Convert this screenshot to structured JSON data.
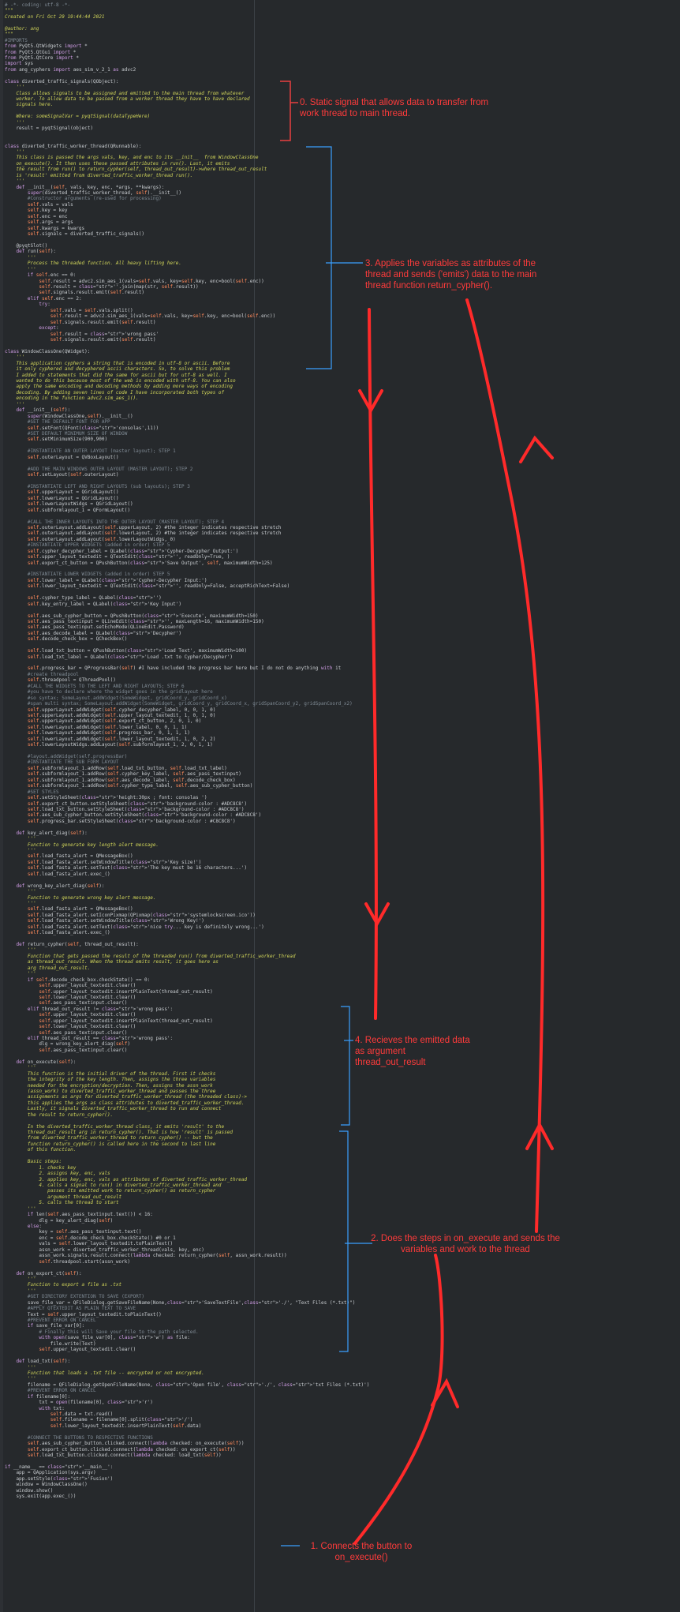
{
  "editor": {
    "lines": [
      "# -*- coding: utf-8 -*-",
      "\"\"\"",
      "Created on Fri Oct 29 19:44:44 2021",
      "",
      "@author: ang",
      "\"\"\"",
      "#IMPORTS",
      "from PyQt5.QtWidgets import *",
      "from PyQt5.QtGui import *",
      "from PyQt5.QtCore import *",
      "import sys",
      "from ang_cyphers import aes_sim_v_2_1 as advc2",
      "",
      "class diverted_traffic_signals(QObject):",
      "    '''",
      "    Class allows signals to be assigned and emitted to the main thread from whatever",
      "    worker. To allow data to be passed from a worker thread they have to have declared",
      "    signals here.",
      "",
      "    Where: someSignalVar = pyqtSignal(dataTypeHere)",
      "    '''",
      "    result = pyqtSignal(object)",
      "",
      "",
      "class diverted_traffic_worker_thread(QRunnable):",
      "    '''",
      "    This class is passed the args vals, key, and enc to its __init__  from WindowClassOne",
      "    on_execute(). It then uses these passed attributes in run(). Last, it emits",
      "    the result from run() to return_cypher(self, thread_out_result)->where thread_out_result",
      "    is 'result' emitted from diverted_traffic_worker_thread run().",
      "    '''",
      "    def __init__(self, vals, key, enc, *args, **kwargs):",
      "        super(diverted_traffic_worker_thread, self).__init__()",
      "        #Constructor arguments (re-used for processing)",
      "        self.vals = vals",
      "        self.key = key",
      "        self.enc = enc",
      "        self.args = args",
      "        self.kwargs = kwargs",
      "        self.signals = diverted_traffic_signals()",
      "",
      "    @pyqtSlot()",
      "    def run(self):",
      "        '''",
      "        Process the threaded function. All heavy lifting here.",
      "        '''",
      "        if self.enc == 0:",
      "            self.result = advc2.sim_aes_1(vals=self.vals, key=self.key, enc=bool(self.enc))",
      "            self.result = ''.join(map(str, self.result))",
      "            self.signals.result.emit(self.result)",
      "        elif self.enc == 2:",
      "            try:",
      "                self.vals = self.vals.split()",
      "                self.result = advc2.sim_aes_1(vals=self.vals, key=self.key, enc=bool(self.enc))",
      "                self.signals.result.emit(self.result)",
      "            except:",
      "                self.result = 'wrong pass'",
      "                self.signals.result.emit(self.result)",
      "",
      "class WindowClassOne(QWidget):",
      "    '''",
      "    This application cyphers a string that is encoded in utf-8 or ascii. Before",
      "    it only cyphered and decyphered ascii characters. So, to solve this problem",
      "    I added to statements that did the same for ascii but for utf-8 as well. I",
      "    wanted to do this because most of the web is encoded with utf-8. You can also",
      "    apply the same encoding and decoding methods by adding more ways of encoding",
      "    decoding. By adding seven lines of code I have incorporated both types of",
      "    encoding in the function advc2.sim_aes_1().",
      "    '''",
      "    def __init__(self):",
      "        super(WindowClassOne,self).__init__()",
      "        #SET THE DEFAULT FONT FOR APP",
      "        self.setFont(QFont('consolas',11))",
      "        #SET DEFAULT MINIMUM SIZE OF WINDOW",
      "        self.setMinimumSize(900,900)",
      "",
      "        #INSTANTIATE AN OUTER LAYOUT (master layout); STEP 1",
      "        self.outerLayout = QVBoxLayout()",
      "",
      "        #ADD THE MAIN WINDOWS OUTER LAYOUT (MASTER LAYOUT); STEP 2",
      "        self.setLayout(self.outerLayout)",
      "",
      "        #INSTANTIATE LEFT AND RIGHT LAYOUTS (sub layouts); STEP 3",
      "        self.upperLayout = QGridLayout()",
      "        self.lowerLayout = QGridLayout()",
      "        self.lowerLayoutWidgs = QGridLayout()",
      "        self.subformlayout_1 = QFormLayout()",
      "",
      "        #CALL THE INNER LAYOUTS INTO THE OUTER LAYOUT (MASTER LAYOUT); STEP 4",
      "        self.outerLayout.addLayout(self.upperLayout, 2) #the integer indicates respective stretch",
      "        self.outerLayout.addLayout(self.lowerLayout, 2) #the integer indicates respective stretch",
      "        self.outerLayout.addLayout(self.lowerLayoutWidgs, 0)",
      "        #INSTANTIATE UPPER WIDGETS (added in order) STEP 5",
      "        self.cypher_decypher_label = QLabel('Cypher-Decypher Output:')",
      "        self.upper_layout_textedit = QTextEdit('', readOnly=True, )",
      "        self.export_ct_button = QPushButton('Save Output', self, maximumWidth=125)",
      "",
      "        #INSTANTIATE LOWER WIDGETS (added in order) STEP 5",
      "        self.lower_label = QLabel('Cypher-Decypher Input:')",
      "        self.lower_layout_textedit = QTextEdit('', readOnly=False, acceptRichText=False)",
      "",
      "        self.cypher_type_label = QLabel('')",
      "        self.key_entry_label = QLabel('Key Input')",
      "",
      "        self.aes_sub_cypher_button = QPushButton('Execute', maximumWidth=150)",
      "        self.aes_pass_textinput = QLineEdit('', maxLength=16, maximumWidth=150)",
      "        self.aes_pass_textinput.setEchoMode(QLineEdit.Password)",
      "        self.aes_decode_label = QLabel('Decypher')",
      "        self.decode_check_box = QCheckBox()",
      "",
      "        self.load_txt_button = QPushButton('Load Text', maximumWidth=100)",
      "        self.load_txt_label = QLabel('Load .txt to Cypher/Decypher')",
      "",
      "        self.progress_bar = QProgressBar(self) #I have included the progress bar here but I do not do anything with it",
      "        #create threadpool",
      "        self.threadpool = QThreadPool()",
      "        #CALL THE WIDGETS TO THE LEFT AND RIGHT LAYOUTS; STEP 6",
      "        #you have to declare where the widget goes in the gridlayout here",
      "        #so syntax; SomeLayout.addWidget(SomeWidget, gridCoord_y, gridCoord_x)",
      "        #span multi syntax; SomeLayout.addWidget(SomeWidget, gridCoord_y, gridCoord_x, gridSpanCoord_y2, gridSpanCoord_x2)",
      "        self.upperLayout.addWidget(self.cypher_decypher_label, 0, 0, 1, 0)",
      "        self.upperLayout.addWidget(self.upper_layout_textedit, 1, 0, 1, 0)",
      "        self.upperLayout.addWidget(self.export_ct_button, 2, 0, 1, 0)",
      "        self.lowerLayout.addWidget(self.lower_label, 0, 0, 1, 1)",
      "        self.lowerLayout.addWidget(self.progress_bar, 0, 1, 1, 1)",
      "        self.lowerLayout.addWidget(self.lower_layout_textedit, 1, 0, 2, 2)",
      "        self.lowerLayoutWidgs.addLayout(self.subformlayout_1, 2, 0, 1, 1)",
      "",
      "        #layout.addWidget(self.progressBar)",
      "        #INSTANTIATE THE SUB FORM LAYOUT",
      "        self.subformlayout_1.addRow(self.load_txt_button, self.load_txt_label)",
      "        self.subformlayout_1.addRow(self.cypher_key_label, self.aes_pass_textinput)",
      "        self.subformlayout_1.addRow(self.aes_decode_label, self.decode_check_box)",
      "        self.subformlayout_1.addRow(self.cypher_type_label, self.aes_sub_cypher_button)",
      "        #SET STYLES",
      "        self.setStyleSheet('height:30px ; font: consolas ')",
      "        self.export_ct_button.setStyleSheet('background-color : #ADC8C8')",
      "        self.load_txt_button.setStyleSheet('background-color : #ADC8C8')",
      "        self.aes_sub_cypher_button.setStyleSheet('background-color : #ADC8C8')",
      "        self.progress_bar.setStyleSheet('background-color : #C8C8C8')",
      "",
      "    def key_alert_diag(self):",
      "        '''",
      "        Function to generate key length alert message.",
      "        '''",
      "        self.load_fasta_alert = QMessageBox()",
      "        self.load_fasta_alert.setWindowTitle('Key size!')",
      "        self.load_fasta_alert.setText('The key must be 16 characters...')",
      "        self.load_fasta_alert.exec_()",
      "",
      "    def wrong_key_alert_diag(self):",
      "        '''",
      "        Function to generate wrong key alert message.",
      "        '''",
      "        self.load_fasta_alert = QMessageBox()",
      "        self.load_fasta_alert.setIconPixmap(QPixmap('systemlockscreen.ico'))",
      "        self.load_fasta_alert.setWindowTitle('Wrong Key!')",
      "        self.load_fasta_alert.setText('nice try... key is definitely wrong...')",
      "        self.load_fasta_alert.exec_()",
      "",
      "    def return_cypher(self, thread_out_result):",
      "        '''",
      "        Function that gets passed the result of the threaded run() from diverted_traffic_worker_thread",
      "        as thread_out_result. When the thread emits result, it goes here as",
      "        arg thread_out_result.",
      "        '''",
      "        if self.decode_check_box.checkState() == 0:",
      "            self.upper_layout_textedit.clear()",
      "            self.upper_layout_textedit.insertPlainText(thread_out_result)",
      "            self.lower_layout_textedit.clear()",
      "            self.aes_pass_textinput.clear()",
      "        elif thread_out_result != 'wrong pass':",
      "            self.upper_layout_textedit.clear()",
      "            self.upper_layout_textedit.insertPlainText(thread_out_result)",
      "            self.lower_layout_textedit.clear()",
      "            self.aes_pass_textinput.clear()",
      "        elif thread_out_result == 'wrong pass':",
      "            dlg = wrong_key_alert_diag(self)",
      "            self.aes_pass_textinput.clear()",
      "",
      "    def on_execute(self):",
      "        '''",
      "        This function is the initial driver of the thread. First it checks",
      "        the integrity of the key length. Then, assigns the three variables",
      "        needed for the encryption/decryption. Then, assigns the assn_work",
      "        (assn_work) to diverted_traffic_worker_thread and passes the three",
      "        assignments as args for diverted_traffic_worker_thread (the threaded class)->",
      "        this applies the args as class attributes to diverted_traffic_worker_thread.",
      "        Lastly, it signals diverted_traffic_worker_thread to run and connect",
      "        the result to return_cypher().",
      "",
      "        In the diverted_traffic_worker_thread class, it emits 'result' to the",
      "        thread_out_result arg in return_cypher(). That is how 'result' is passed",
      "        from diverted_traffic_worker_thread to return_cypher() -- but the",
      "        function return_cypher() is called here in the second to last line",
      "        of this function.",
      "",
      "        Basic steps:",
      "            1. checks key",
      "            2. assigns key, enc, vals",
      "            3. applies key, enc, vals as attributes of diverted_traffic_worker_thread",
      "            4. calls a signal to run() in diverted_traffic_worker_thread and",
      "               passes its emitted work to return_cypher() as return_cypher",
      "               argument thread_out_result",
      "            5. calls the thread to start",
      "        '''",
      "        if len(self.aes_pass_textinput.text()) < 16:",
      "            dlg = key_alert_diag(self)",
      "        else:",
      "            key = self.aes_pass_textinput.text()",
      "            enc = self.decode_check_box.checkState() #0 or 1",
      "            vals = self.lower_layout_textedit.toPlainText()",
      "            assn_work = diverted_traffic_worker_thread(vals, key, enc)",
      "            assn_work.signals.result.connect(lambda checked: return_cypher(self, assn_work.result))",
      "            self.threadpool.start(assn_work)",
      "",
      "    def on_export_ct(self):",
      "        '''",
      "        Function to export a file as .txt",
      "        '''",
      "        #GET DIRECTORY EXTENTION TO SAVE (EXPORT)",
      "        save_file_var = QFileDialog.getSaveFileName(None,'SaveTextFile','./', \"Text Files (*.txt)\")",
      "        #APPLY QTEXTEDIT AS PLAIN TEXT TO SAVE",
      "        Text = self.upper_layout_textedit.toPlainText()",
      "        #PREVENT ERROR ON CANCEL",
      "        if save_file_var[0]:",
      "            # Finally this will Save your file to the path selected.",
      "            with open(save_file_var[0], 'w') as file:",
      "                file.write(Text)",
      "            self.upper_layout_textedit.clear()",
      "",
      "    def load_txt(self):",
      "        '''",
      "        Function that loads a .txt file -- encrypted or not encrypted.",
      "        '''",
      "        filename = QFileDialog.getOpenFileName(None, 'Open file', './', 'txt Files (*.txt)')",
      "        #PREVENT ERROR ON CANCEL",
      "        if filename[0]:",
      "            txt = open(filename[0], 'r')",
      "            with txt:",
      "                self.data = txt.read()",
      "                self.filename = filename[0].split('/')",
      "                self.lower_layout_textedit.insertPlainText(self.data)",
      "",
      "        #CONNECT THE BUTTONS TO RESPECTIVE FUNCTIONS",
      "        self.aes_sub_cypher_button.clicked.connect(lambda checked: on_execute(self))",
      "        self.export_ct_button.clicked.connect(lambda checked: on_export_ct(self))",
      "        self.load_txt_button.clicked.connect(lambda checked: load_txt(self))",
      "",
      "if __name__ == '__main__':",
      "    app = QApplication(sys.argv)",
      "    app.setStyle('Fusion')",
      "    window = WindowClassOne()",
      "    window.show()",
      "    sys.exit(app.exec_())"
    ]
  },
  "annotations": {
    "note0": "0. Static signal that allows data to transfer from work thread to main thread.",
    "note3": "3. Applies the variables as attributes of the thread and sends ('emits') data to the main thread function return_cypher().",
    "note4": "4. Recieves the emitted data as argument thread_out_result",
    "note2": "2. Does the steps in on_execute and sends the variables and work to the thread",
    "note1": "1. Connects the button to on_execute()"
  },
  "colors": {
    "background": "#26292c",
    "annotation_red": "#ff3b3b",
    "bracket_red": "#e84040",
    "bracket_blue": "#3aa0ff",
    "code_default": "#c8ccd0",
    "keyword": "#d29ee8",
    "docstring": "#d2d65a",
    "comment": "#7f8a94"
  }
}
